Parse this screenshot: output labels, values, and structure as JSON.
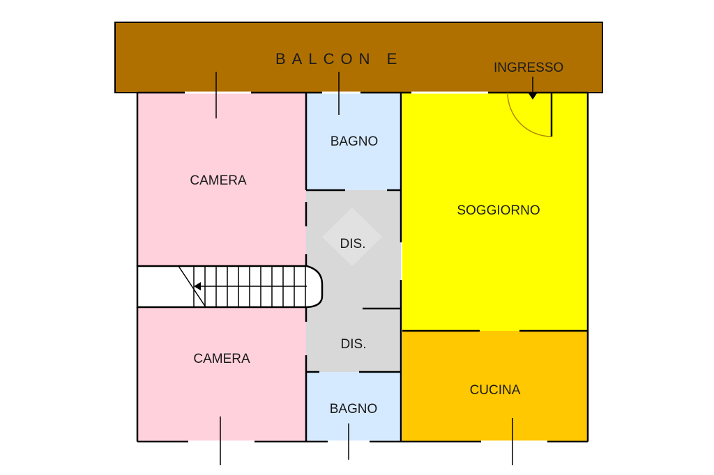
{
  "plan": {
    "balcony": {
      "label": "BALCON E",
      "color": "#b07000"
    },
    "entrance": {
      "label": "INGRESSO"
    },
    "rooms": [
      {
        "id": "camera_top",
        "label": "CAMERA",
        "color": "#ffd1dc"
      },
      {
        "id": "bagno_top",
        "label": "BAGNO",
        "color": "#d6eaff"
      },
      {
        "id": "soggiorno",
        "label": "SOGGIORNO",
        "color": "#ffff00"
      },
      {
        "id": "dis_top",
        "label": "DIS.",
        "color": "#d8d8d8"
      },
      {
        "id": "dis_bottom",
        "label": "DIS.",
        "color": "#d8d8d8"
      },
      {
        "id": "camera_bottom",
        "label": "CAMERA",
        "color": "#ffd1dc"
      },
      {
        "id": "bagno_bottom",
        "label": "BAGNO",
        "color": "#d6eaff"
      },
      {
        "id": "cucina",
        "label": "CUCINA",
        "color": "#ffc800"
      }
    ]
  }
}
